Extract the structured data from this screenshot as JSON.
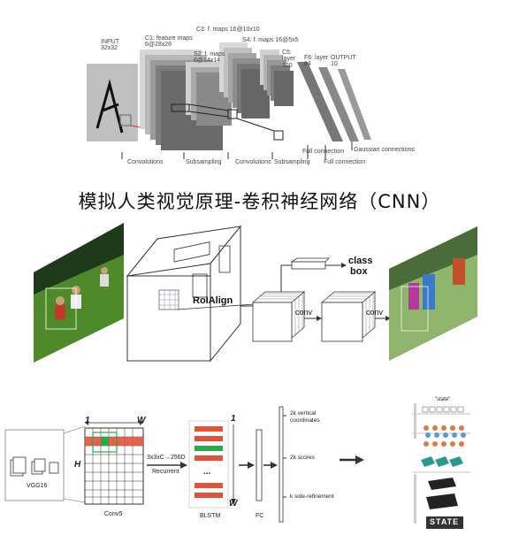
{
  "title": "模拟人类视觉原理-卷积神经网络（CNN）",
  "lenet": {
    "input_label": "INPUT 32x32",
    "c1_label": "C1: feature maps 6@28x28",
    "s2_label": "S2: f. maps 6@14x14",
    "c3_label": "C3: f. maps 16@10x10",
    "s4_label": "S4: f. maps 16@5x5",
    "c5_label": "C5: layer 120",
    "f6_label": "F6: layer 84",
    "output_label": "OUTPUT 10",
    "op_convolutions_1": "Convolutions",
    "op_subsampling_1": "Subsampling",
    "op_convolutions_2": "Convolutions",
    "op_subsampling_2": "Subsampling",
    "op_full_connection_1": "Full connection",
    "op_full_connection_2": "Full connection",
    "op_gaussian": "Gaussian connections"
  },
  "maskrcnn": {
    "roialign": "RoIAlign",
    "conv1": "conv",
    "conv2": "conv",
    "class": "class",
    "box": "box"
  },
  "ctpn": {
    "vgg_label": "VGG16",
    "conv5_label": "Conv5",
    "w_top": "W",
    "h_side": "H",
    "one_top": "1",
    "arrow_top": "3x3xC→256D",
    "arrow_bottom": "Recurrent",
    "blstm_label": "BLSTM",
    "blstm_one": "1",
    "blstm_w": "W",
    "blstm_dots": "...",
    "fc_label": "FC",
    "out1": "2k vertical coordinates",
    "out2": "2k scores",
    "out3": "k side-refinement",
    "crnn_top_text": "\"state\"",
    "crnn_bottom_text": "STATE"
  }
}
